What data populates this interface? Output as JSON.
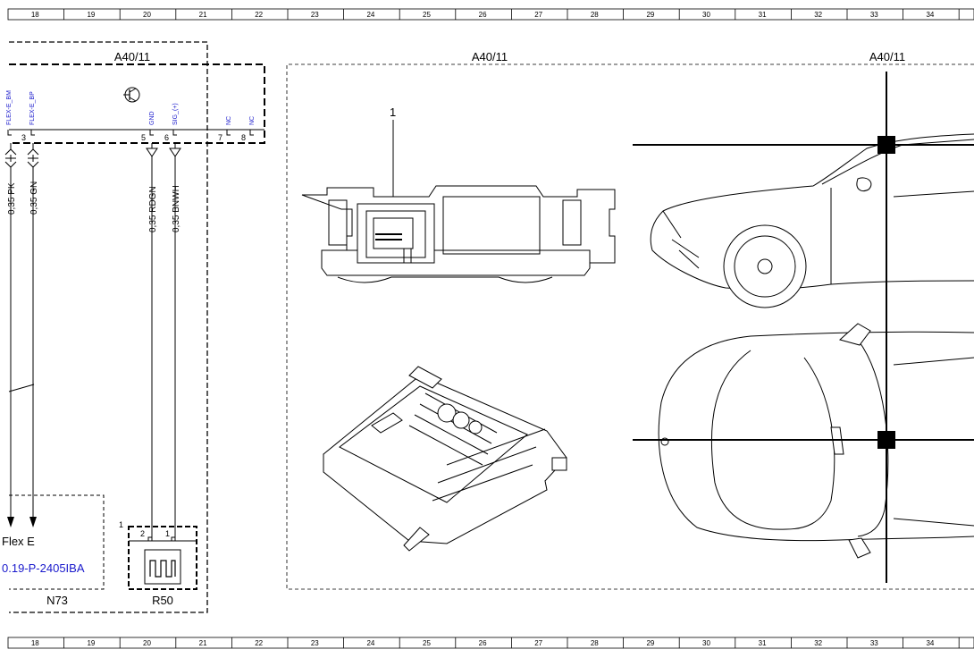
{
  "grid": {
    "columns": [
      "18",
      "19",
      "20",
      "21",
      "22",
      "23",
      "24",
      "25",
      "26",
      "27",
      "28",
      "29",
      "30",
      "31",
      "32",
      "33",
      "34"
    ]
  },
  "module_left": {
    "title": "A40/11",
    "signals": [
      "FLEX-E_BM",
      "FLEX-E_BP",
      "GND",
      "SIG_(+)",
      "NC",
      "NC"
    ],
    "pins": [
      "3",
      "5",
      "6",
      "7",
      "8"
    ]
  },
  "wires": [
    {
      "label": "0,35 PK"
    },
    {
      "label": "0,35 GN"
    },
    {
      "label": "0,35 RDGN"
    },
    {
      "label": "0,35 BNWH"
    }
  ],
  "n73": {
    "name": "N73",
    "line1": "Flex E",
    "line2": "0.19-P-2405IBA"
  },
  "r50": {
    "name": "R50",
    "callout": "1",
    "pins": [
      "2",
      "1"
    ]
  },
  "location_panel": {
    "title_left": "A40/11",
    "title_right": "A40/11",
    "callout": "1"
  }
}
